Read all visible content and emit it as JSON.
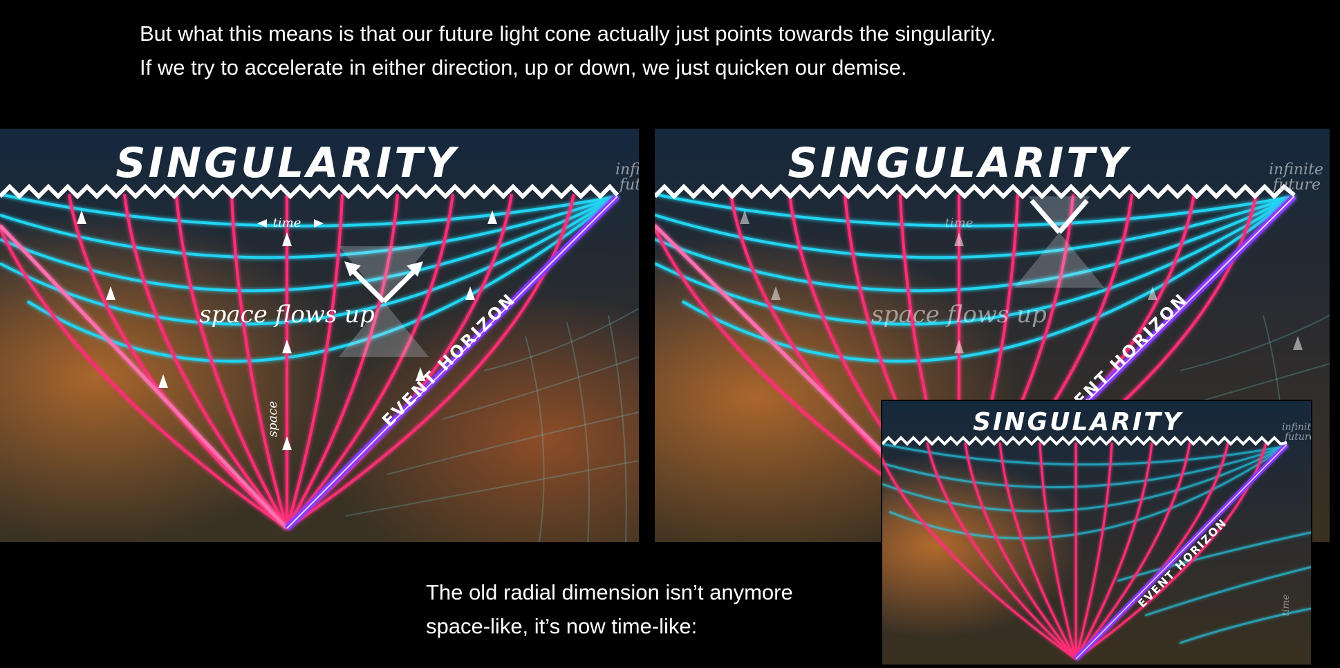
{
  "slide": {
    "top_caption": {
      "line1": "But what this means is that our future light cone actually just points towards the singularity.",
      "line2": "If we try to accelerate in either direction, up or down, we just quicken our demise."
    },
    "bottom_caption": {
      "line1": "The old radial dimension isn’t anymore",
      "line2": "space-like, it’s now time-like:"
    }
  },
  "diagram": {
    "singularity_label": "SINGULARITY",
    "event_horizon_label": "EVENT HORIZON",
    "infinite_future_label": [
      "infinite",
      "future"
    ],
    "time_label": "time",
    "space_label": "space",
    "space_flows_label": "space flows up",
    "colors": {
      "space_lines": "#20d3f0",
      "time_lines": "#ff2d73",
      "horizon": "#8a3bff",
      "sky_top": "#13233a",
      "nebula": "#b4662a"
    }
  }
}
